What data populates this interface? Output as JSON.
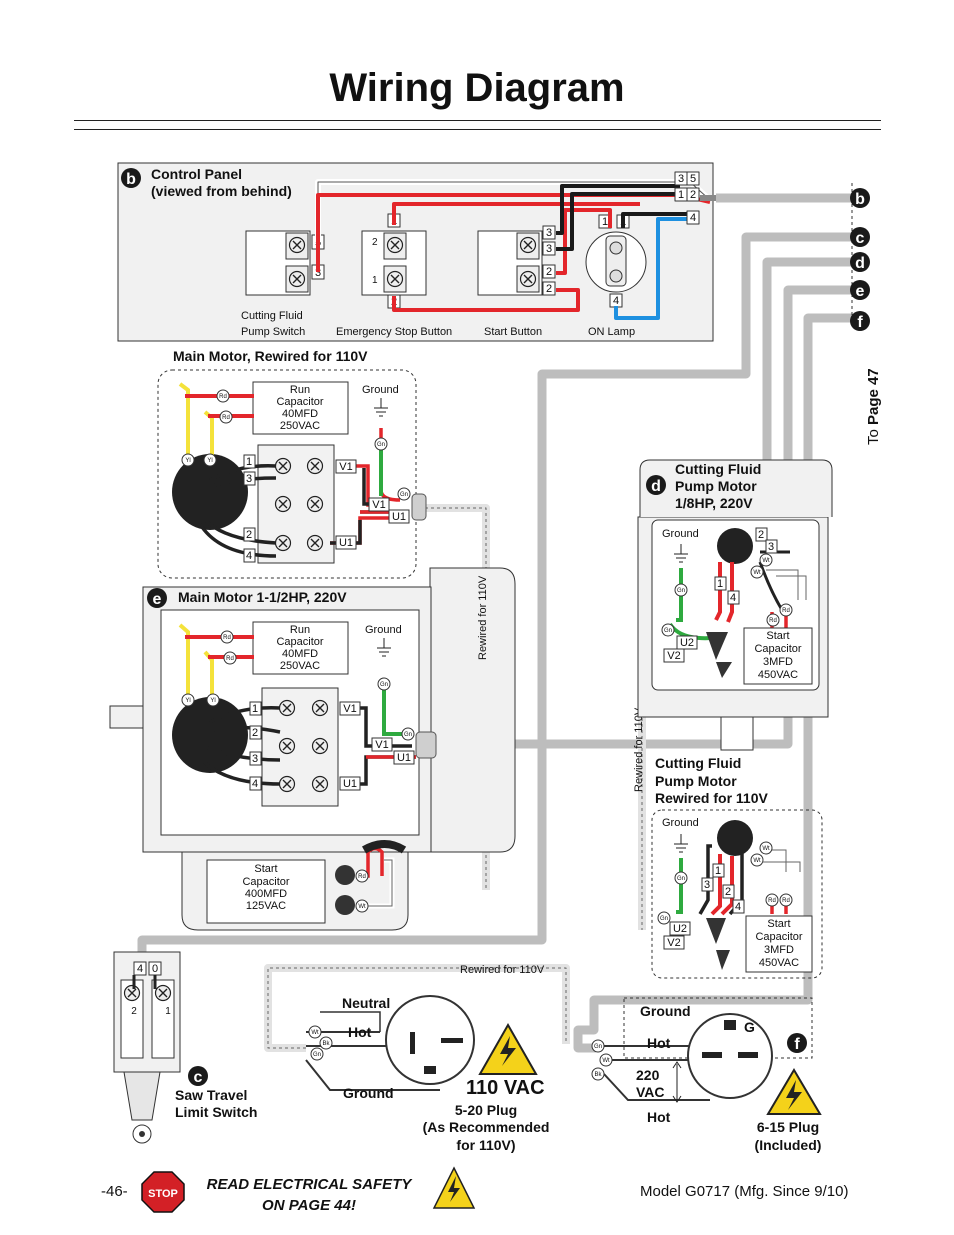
{
  "title": "Wiring Diagram",
  "panel_b": {
    "badge": "b",
    "title_line1": "Control Panel",
    "title_line2": "(viewed from behind)",
    "cutting_fluid_line1": "Cutting Fluid",
    "cutting_fluid_line2": "Pump Switch",
    "estop": "Emergency Stop Button",
    "start": "Start Button",
    "on_lamp": "ON Lamp"
  },
  "connectors": [
    "b",
    "c",
    "d",
    "e",
    "f"
  ],
  "to_page": {
    "prefix": "To ",
    "page": "Page 47"
  },
  "main_motor_110": {
    "title": "Main Motor, Rewired for 110V",
    "run_cap": [
      "Run",
      "Capacitor",
      "40MFD",
      "250VAC"
    ],
    "ground": "Ground"
  },
  "main_motor_220": {
    "badge": "e",
    "title": "Main Motor 1-1/2HP, 220V",
    "run_cap": [
      "Run",
      "Capacitor",
      "40MFD",
      "250VAC"
    ],
    "ground": "Ground",
    "start_cap": [
      "Start",
      "Capacitor",
      "400MFD",
      "125VAC"
    ]
  },
  "rewired_110v": "Rewired for 110V",
  "pump_220": {
    "badge": "d",
    "title": [
      "Cutting Fluid",
      "Pump Motor",
      "1/8HP, 220V"
    ],
    "ground": "Ground",
    "start_cap": [
      "Start",
      "Capacitor",
      "3MFD",
      "450VAC"
    ]
  },
  "pump_110": {
    "title": [
      "Cutting Fluid",
      "Pump Motor",
      "Rewired for 110V"
    ],
    "ground": "Ground",
    "start_cap": [
      "Start",
      "Capacitor",
      "3MFD",
      "450VAC"
    ]
  },
  "limit_switch": {
    "badge": "c",
    "label": [
      "Saw Travel",
      "Limit Switch"
    ]
  },
  "plug_520": {
    "neutral": "Neutral",
    "hot": "Hot",
    "ground": "Ground",
    "vac": "110 VAC",
    "caption": [
      "5-20 Plug",
      "(As Recommended",
      "for 110V)"
    ]
  },
  "plug_615": {
    "badge": "f",
    "ground": "Ground",
    "hot_top": "Hot",
    "vac": [
      "220",
      "VAC"
    ],
    "hot_bottom": "Hot",
    "g": "G",
    "caption": [
      "6-15 Plug",
      "(Included)"
    ]
  },
  "wire_tags": {
    "red": "Rd",
    "yellow": "Yl",
    "green": "Gn",
    "white": "Wt",
    "black": "Bk"
  },
  "terminal_labels": {
    "v1": "V1",
    "u1": "U1",
    "v2": "V2",
    "u2": "U2"
  },
  "footer": {
    "page_number": "-46-",
    "stop": "STOP",
    "safety": [
      "READ ELECTRICAL SAFETY",
      "ON PAGE 44!"
    ],
    "model": "Model G0717 (Mfg. Since 9/10)"
  },
  "colors": {
    "red": "#e3262b",
    "yellow": "#f4e23a",
    "green": "#2eaa3f",
    "blue": "#1e90e0",
    "gray": "#bdbdbd",
    "badge": "#1a1a1a"
  }
}
